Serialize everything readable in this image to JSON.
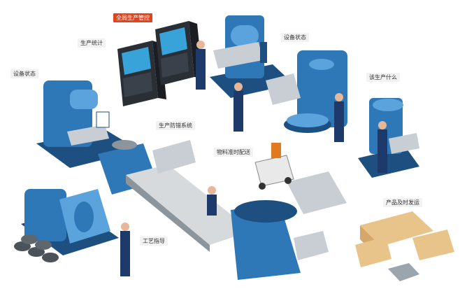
{
  "labels": {
    "global_control": "全局生产管控",
    "production_stats": "生产统计",
    "equipment_status_left": "设备状态",
    "equipment_status_top": "设备状态",
    "what_to_produce": "该生产什么",
    "error_proofing": "生产防错系统",
    "material_delivery": "物料准时配送",
    "product_shipping": "产品及时发运",
    "process_guidance": "工艺指导"
  },
  "colors": {
    "highlight": "#e0451f",
    "machine_blue": "#2f78b7",
    "machine_dark": "#1d4f80",
    "machine_light": "#5aa3dc",
    "worker": "#1e3a6b",
    "steel": "#9aa5ad",
    "crate": "#e9c48a"
  }
}
